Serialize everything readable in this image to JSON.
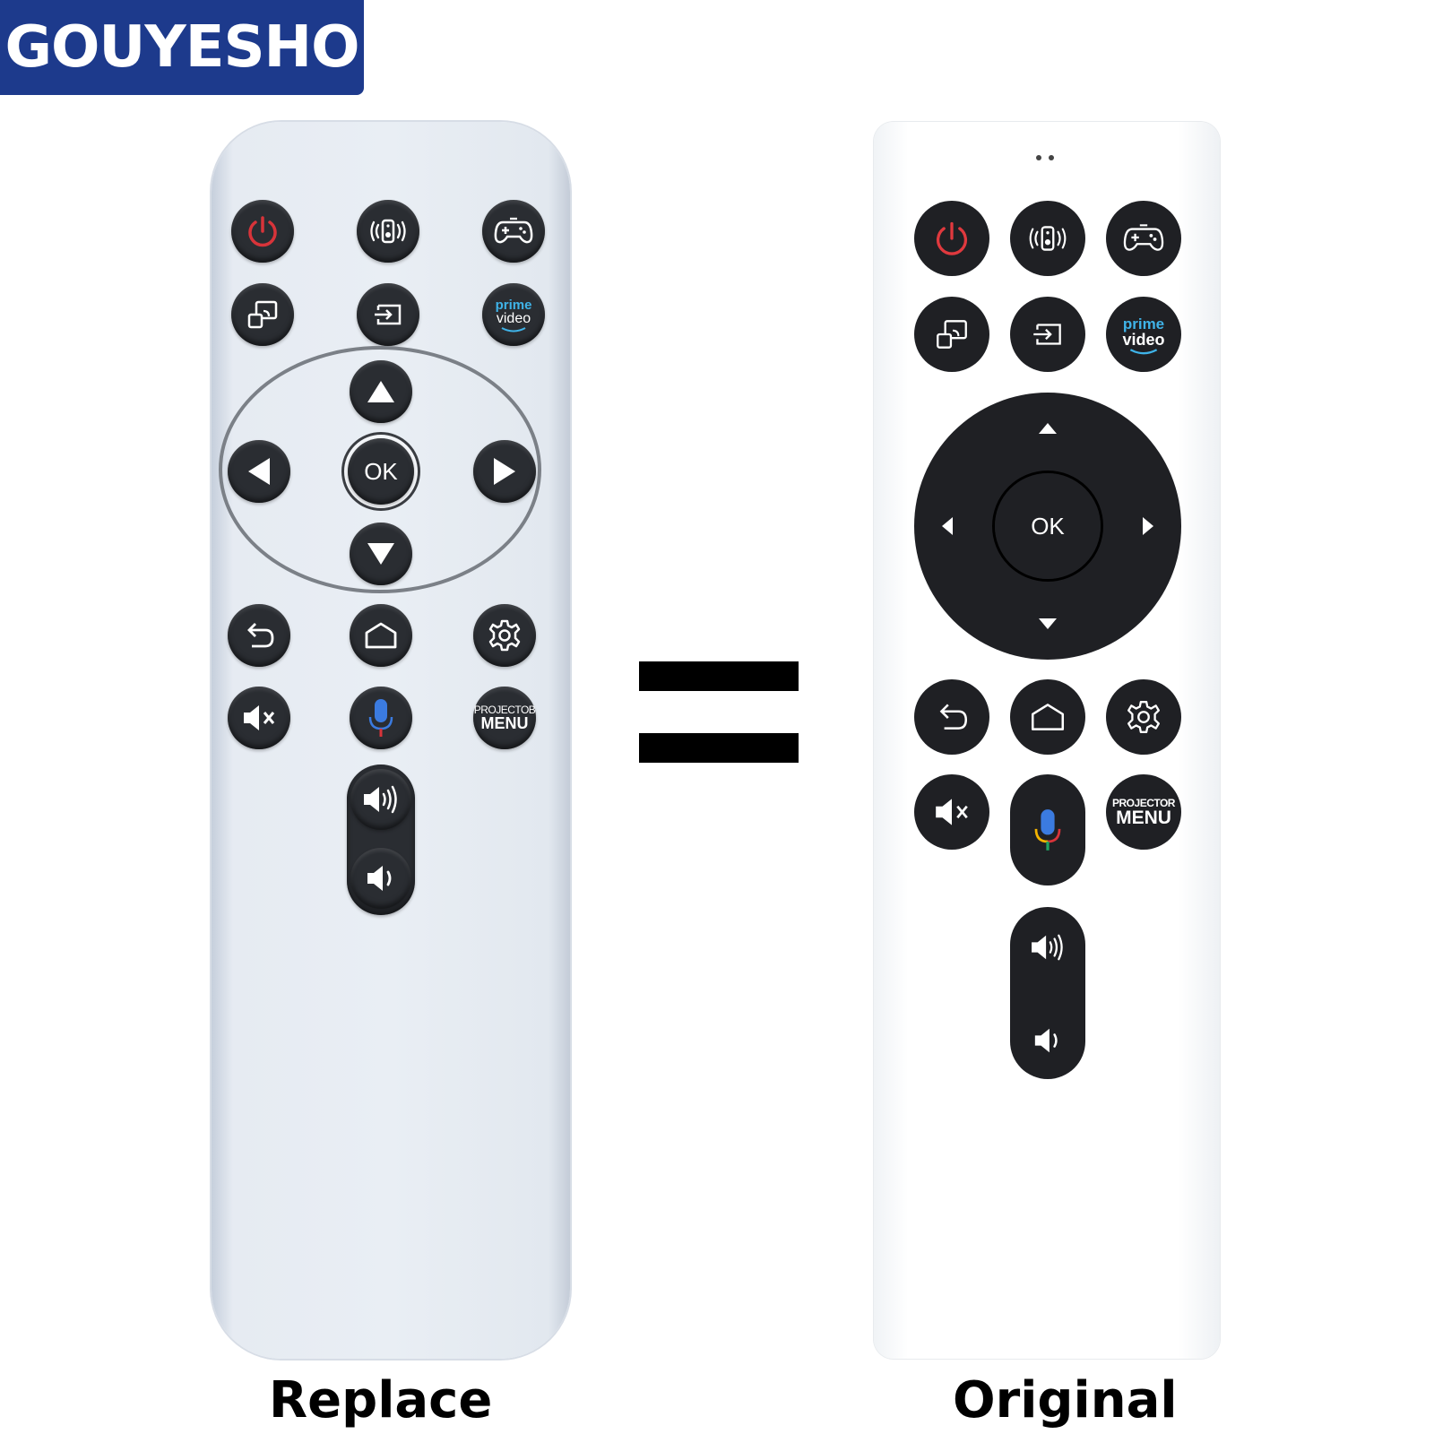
{
  "brand": {
    "text": "GOUYESHO"
  },
  "captions": {
    "left": "Replace",
    "right": "Original"
  },
  "equals_sign": "=",
  "remote": {
    "ok_label": "OK",
    "prime_line1": "prime",
    "prime_line2": "video",
    "projector_line1": "PROJECTOR",
    "projector_line2": "MENU",
    "projector_line1_left": "PROJECTOB",
    "buttons": [
      "power-icon",
      "speaker-icon",
      "gamepad-icon",
      "cast-icon",
      "input-icon",
      "prime-video-icon",
      "up-arrow-icon",
      "left-arrow-icon",
      "ok-button",
      "right-arrow-icon",
      "down-arrow-icon",
      "back-icon",
      "home-icon",
      "settings-icon",
      "mute-icon",
      "microphone-icon",
      "projector-menu",
      "volume-up-icon",
      "volume-down-icon"
    ]
  },
  "colors": {
    "brand_bg": "#1d3a8c",
    "button": "#2a2d32",
    "power_red": "#d8343a",
    "mic_blue": "#3b7be0",
    "mic_red": "#d8343a"
  }
}
